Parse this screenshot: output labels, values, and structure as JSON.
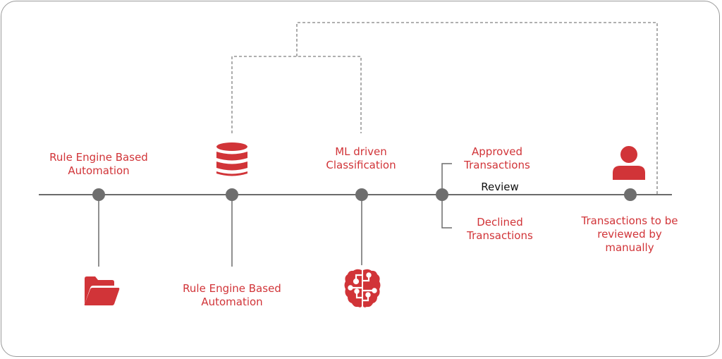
{
  "colors": {
    "accent": "#d13438",
    "line": "#6b6b6b",
    "node": "#6e6e6e",
    "dashed": "#808080",
    "frame": "#9a9a9a"
  },
  "labels": {
    "stage1_top": "Rule Engine Based\nAutomation",
    "stage2_bottom": "Rule Engine Based\nAutomation",
    "stage3_top": "ML driven\nClassification",
    "approved": "Approved\nTransactions",
    "declined": "Declined\nTransactions",
    "review": "Review",
    "manual": "Transactions to be\nreviewed by\nmanually"
  },
  "icons": [
    "folder-icon",
    "database-icon",
    "brain-circuit-icon",
    "user-icon"
  ]
}
